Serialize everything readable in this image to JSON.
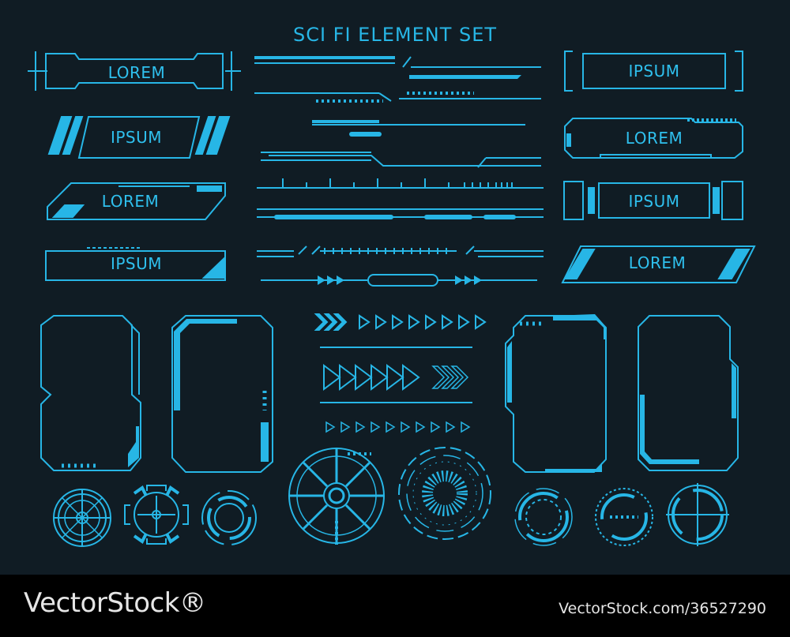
{
  "title": "SCI FI ELEMENT SET",
  "colors": {
    "background": "#101c24",
    "accent": "#27b6e6",
    "footer": "#000000",
    "footer_text": "#e6e6e6"
  },
  "labels": {
    "left_1": "LOREM",
    "left_2": "IPSUM",
    "left_3": "LOREM",
    "left_4": "IPSUM",
    "right_1": "IPSUM",
    "right_2": "LOREM",
    "right_3": "IPSUM",
    "right_4": "LOREM"
  },
  "footer": {
    "logo": "VectorStock®",
    "image_id": "VectorStock.com/36527290"
  }
}
